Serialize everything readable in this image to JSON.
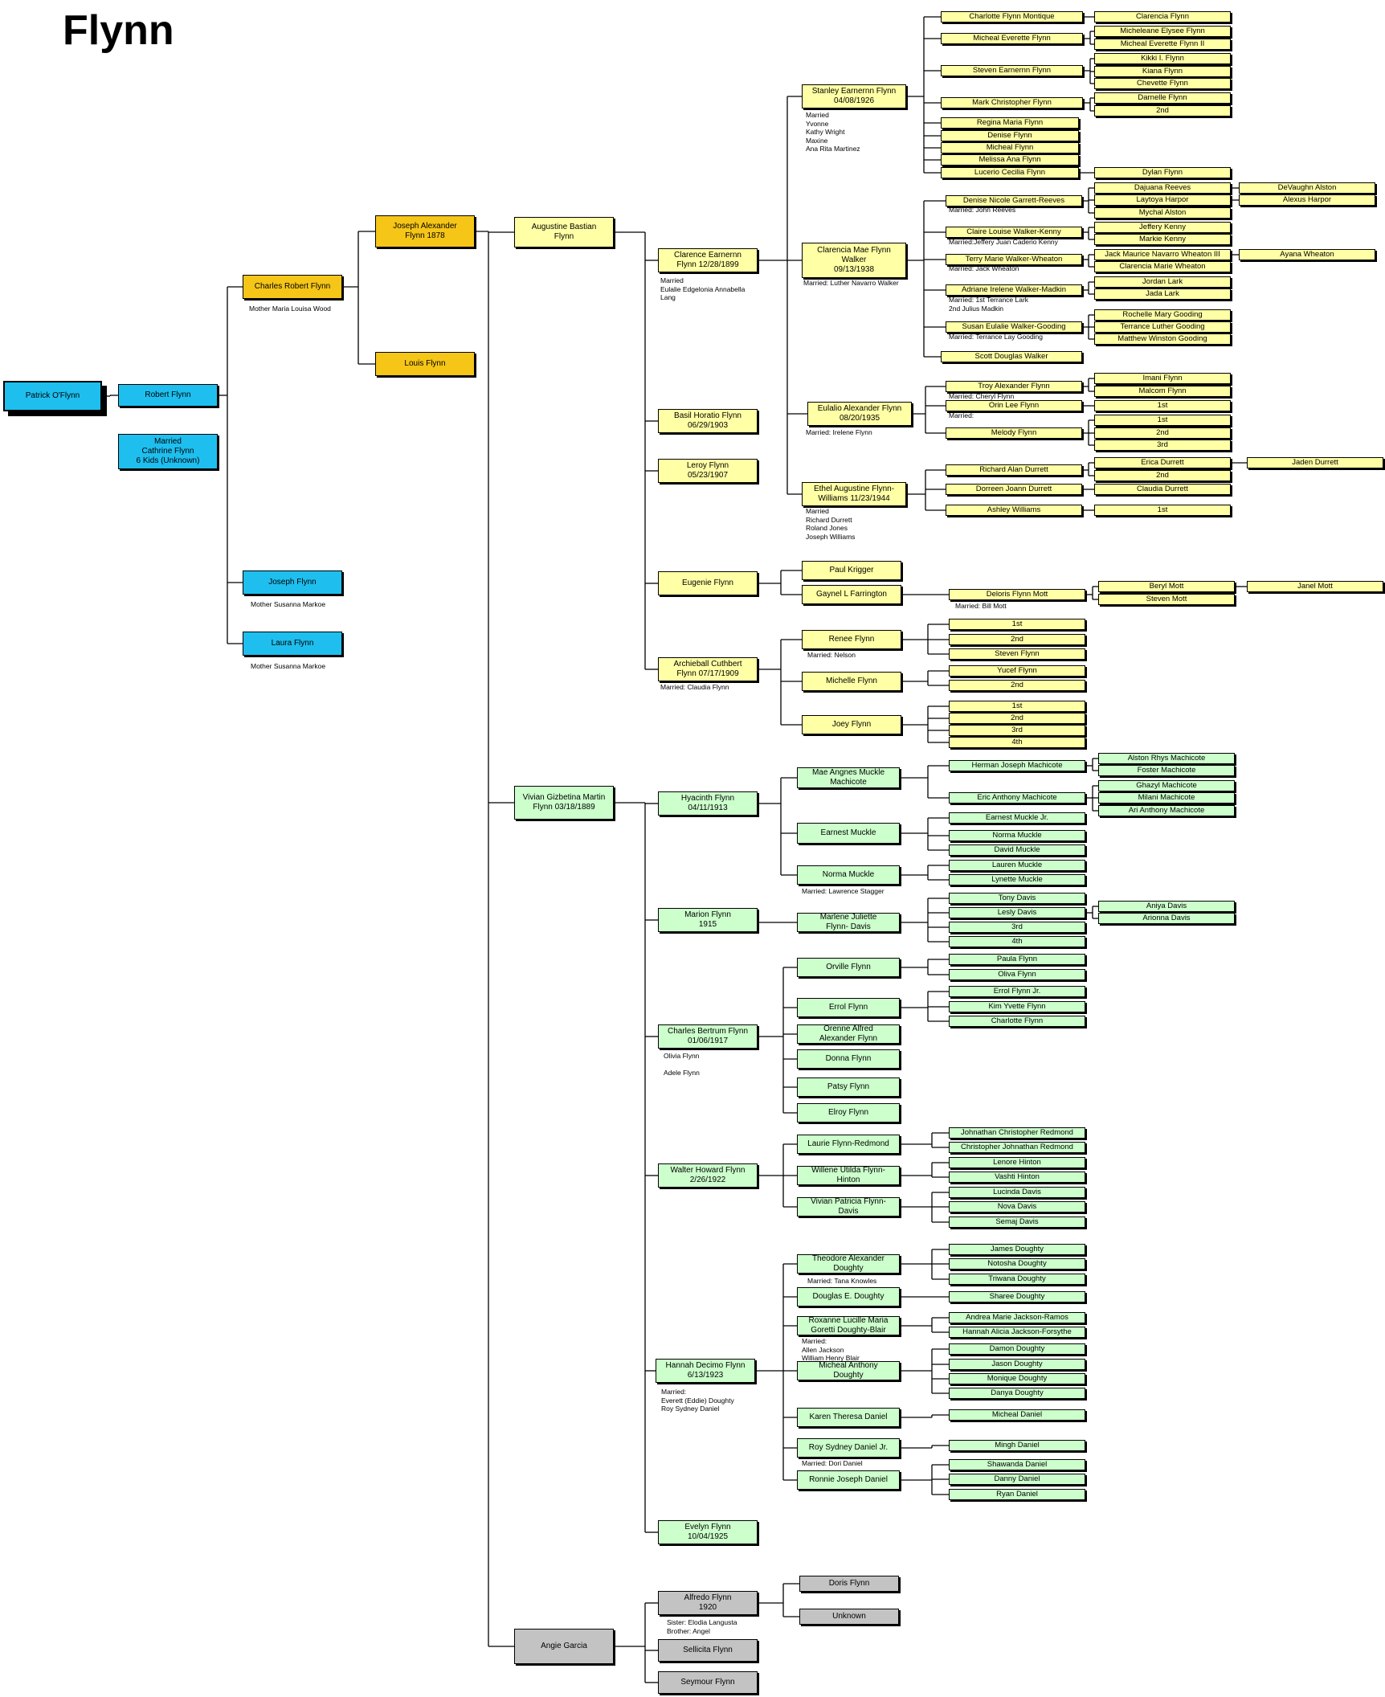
{
  "title": "Flynn",
  "colors": {
    "gen_root": "#1ebfef",
    "gen_gold": "#f5c518",
    "gen_yellow": "#ffffa5",
    "gen_green": "#ccffcc",
    "gen_gray": "#c3c3c3",
    "line": "#000000"
  },
  "people": {
    "patrick": "Patrick O'Flynn",
    "robert": "Robert Flynn",
    "robert_married": "Married\nCathrine Flynn\n6 Kids (Unknown)",
    "charles_robert": "Charles Robert Flynn",
    "joseph_flynn": "Joseph Flynn",
    "laura_flynn": "Laura Flynn",
    "joseph_alexander": "Joseph Alexander\nFlynn 1878",
    "louis": "Louis Flynn",
    "augustine": "Augustine Bastian\nFlynn",
    "vivian_g": "Vivian Gizbetina Martin\nFlynn 03/18/1889",
    "angie": "Angie Garcia",
    "clarence": "Clarence Earnernn\nFlynn 12/28/1899",
    "basil": "Basil Horatio Flynn\n06/29/1903",
    "leroy": "Leroy Flynn\n05/23/1907",
    "eugenie": "Eugenie Flynn",
    "archieball": "Archieball Cuthbert\nFlynn 07/17/1909",
    "stanley": "Stanley Earnernn Flynn\n04/08/1926",
    "clarencia_mae": "Clarencia Mae Flynn\nWalker\n09/13/1938",
    "eulalio": "Eulalio Alexander Flynn\n08/20/1935",
    "ethel": "Ethel Augustine Flynn-\nWilliams  11/23/1944",
    "paul": "Paul Krigger",
    "gaynel": "Gaynel L Farrington",
    "renee": "Renee Flynn",
    "michelle": "Michelle Flynn",
    "joey": "Joey Flynn",
    "charlotte_fm": "Charlotte Flynn Montique",
    "micheal_ef": "Micheal Everette Flynn",
    "steven_ef": "Steven Earnernn Flynn",
    "mark_cf": "Mark Christopher Flynn",
    "regina": "Regina Maria Flynn",
    "denise_f": "Denise Flynn",
    "micheal_f": "Micheal Flynn",
    "melissa": "Melissa Ana Flynn",
    "lucerio": "Lucerio Cecilia Flynn",
    "clarencia_f": "Clarencia Flynn",
    "micheleane": "Micheleane Elysee Flynn",
    "micheal_ef2": "Micheal Everette Flynn II",
    "kikki": "Kikki I. Flynn",
    "kiana": "Kiana Flynn",
    "chevette": "Chevette Flynn",
    "darnelle": "Darnelle Flynn",
    "mark_2nd": "2nd",
    "dylan": "Dylan Flynn",
    "denise_ngr": "Denise Nicole Garrett-Reeves",
    "claire": "Claire Louise Walker-Kenny",
    "terry": "Terry Marie Walker-Wheaton",
    "adriane": "Adriane Irelene Walker-Madkin",
    "susan": "Susan Eulalie Walker-Gooding",
    "scott": "Scott Douglas Walker",
    "dajuana": "Dajuana Reeves",
    "laytoya": "Laytoya Harpor",
    "mychal": "Mychal Alston",
    "devaughn": "DeVaughn Alston",
    "alexus": "Alexus Harpor",
    "jeffery_k": "Jeffery Kenny",
    "markie_k": "Markie Kenny",
    "jack_m": "Jack Maurice Navarro Wheaton III",
    "clarencia_mw": "Clarencia Marie Wheaton",
    "ayana": "Ayana Wheaton",
    "jordan_lark": "Jordan Lark",
    "jada_lark": "Jada Lark",
    "rochelle": "Rochelle Mary Gooding",
    "terrance_lg": "Terrance Luther Gooding",
    "matthew_wg": "Matthew Winston Gooding",
    "troy": "Troy Alexander Flynn",
    "orin": "Orin Lee Flynn",
    "melody": "Melody Flynn",
    "imani": "Imani Flynn",
    "malcom": "Malcom Flynn",
    "orin_1st": "1st",
    "melody_1st": "1st",
    "melody_2nd": "2nd",
    "melody_3rd": "3rd",
    "richard_ad": "Richard Alan Durrett",
    "dorreen": "Dorreen Joann Durrett",
    "ashley": "Ashley Williams",
    "erica": "Erica Durrett",
    "richard_2nd": "2nd",
    "jaden": "Jaden Durrett",
    "claudia_d": "Claudia Durrett",
    "ashley_1st": "1st",
    "deloris": "Deloris Flynn Mott",
    "beryl": "Beryl Mott",
    "steven_mott": "Steven Mott",
    "janel": "Janel Mott",
    "renee_1st": "1st",
    "renee_2nd": "2nd",
    "steven_flynn": "Steven Flynn",
    "yucef": "Yucef Flynn",
    "michelle_2nd": "2nd",
    "joey_1st": "1st",
    "joey_2nd": "2nd",
    "joey_3rd": "3rd",
    "joey_4th": "4th",
    "hyacinth": "Hyacinth Flynn\n04/11/1913",
    "marion": "Marion Flynn\n1915",
    "charles_bertrum": "Charles Bertrum Flynn\n01/06/1917",
    "walter": "Walter Howard Flynn\n2/26/1922",
    "hannah": "Hannah Decimo Flynn\n6/13/1923",
    "evelyn": "Evelyn Flynn\n10/04/1925",
    "mae_angnes": "Mae Angnes Muckle\nMachicote",
    "earnest_m": "Earnest Muckle",
    "norma_m": "Norma Muckle",
    "herman": "Herman Joseph Machicote",
    "eric_am": "Eric Anthony Machicote",
    "alston_rm": "Alston Rhys Machicote",
    "foster_m": "Foster Machicote",
    "ghazyl": "Ghazyl Machicote",
    "milani": "Milani Machicote",
    "ari": "Ari Anthony Machicote",
    "earnest_mjr": "Earnest Muckle Jr.",
    "norma_m2": "Norma Muckle",
    "david_m": "David Muckle",
    "lauren_m": "Lauren Muckle",
    "lynette_m": "Lynette Muckle",
    "marlene": "Marlene Juliette\nFlynn- Davis",
    "tony_d": "Tony Davis",
    "lesly_d": "Lesly Davis",
    "marlene_3rd": "3rd",
    "marlene_4th": "4th",
    "aniya": "Aniya Davis",
    "arionna": "Arionna Davis",
    "orville": "Orville Flynn",
    "errol": "Errol Flynn",
    "orenne": "Orenne Alfred\nAlexander Flynn",
    "donna": "Donna Flynn",
    "patsy": "Patsy Flynn",
    "elroy": "Elroy Flynn",
    "paula": "Paula Flynn",
    "oliva": "Oliva Flynn",
    "errol_jr": "Errol Flynn Jr.",
    "kim_yf": "Kim Yvette Flynn",
    "charlotte_f": "Charlotte Flynn",
    "laurie": "Laurie Flynn-Redmond",
    "willene": "Willene Utilda Flynn-\nHinton",
    "vivian_pfd": "Vivian Patricia Flynn-\nDavis",
    "johnathan_cr": "Johnathan Christopher Redmond",
    "christopher_jr": "Christopher Johnathan Redmond",
    "lenore": "Lenore Hinton",
    "vashti": "Vashti Hinton",
    "lucinda": "Lucinda Davis",
    "nova": "Nova Davis",
    "semaj": "Semaj Davis",
    "theodore": "Theodore Alexander\nDoughty",
    "douglas_ed": "Douglas E. Doughty",
    "roxanne": "Roxanne Lucille Maria\nGoretti Doughty-Blair",
    "micheal_ad": "Micheal Anthony\nDoughty",
    "karen": "Karen Theresa Daniel",
    "roy_jr": "Roy Sydney Daniel Jr.",
    "ronnie": "Ronnie Joseph Daniel",
    "james_d": "James Doughty",
    "notosha": "Notosha Doughty",
    "triwana": "Triwana Doughty",
    "sharee": "Sharee Doughty",
    "andrea": "Andrea Marie Jackson-Ramos",
    "hannah_ajf": "Hannah Alicia Jackson-Forsythe",
    "damon": "Damon Doughty",
    "jason_d": "Jason Doughty",
    "monique_d": "Monique Doughty",
    "danya": "Danya Doughty",
    "micheal_daniel": "Micheal Daniel",
    "mingh": "Mingh Daniel",
    "shawanda": "Shawanda Daniel",
    "danny_d": "Danny Daniel",
    "ryan_d": "Ryan Daniel",
    "alfredo": "Alfredo Flynn\n1920",
    "sellicita": "Sellicita Flynn",
    "seymour": "Seymour Flynn",
    "doris": "Doris Flynn",
    "unknown": "Unknown"
  },
  "notes": {
    "charles_robert": "Mother Maria Louisa Wood",
    "joseph_flynn": "Mother Susanna Markoe",
    "laura_flynn": "Mother Susanna Markoe",
    "clarence": "Married\nEulalie Edgelonia Annabella\nLang",
    "stanley": "Married\nYvonne\nKathy Wright\nMaxine\nAna Rita Martinez",
    "clarencia_mae": "Married: Luther Navarro Walker",
    "eulalio": "Married:  Irelene Flynn",
    "ethel": "Married\nRichard Durrett\nRoland Jones\nJoseph Williams",
    "denise_ngr": "Married: John Reeves",
    "claire": "Married:Jeffery Juan Caderio Kenny",
    "terry": "Married: Jack Wheaton",
    "adriane": "Married: 1st Terrance Lark\n           2nd Julius Madkin",
    "susan": "Married: Terrance Lay Gooding",
    "troy": "Married: Cheryl Flynn",
    "orin": "Married:",
    "deloris": "Married:  Bill Mott",
    "renee": "Married:  Nelson",
    "archieball": "Married:  Claudia Flynn",
    "norma_m": "Married: Lawrence Stagger",
    "charles_bertrum": "Olivia Flynn\n\nAdele Flynn",
    "hannah": "Married:\nEverett (Eddie) Doughty\nRoy Sydney Daniel",
    "theodore": "Married: Tana Knowles",
    "roxanne": "Married:\nAllen Jackson\nWilliam Henry Blair",
    "roy_jr": "Married: Dori Daniel",
    "alfredo": "Sister:  Elodia Langusta\nBrother: Angel"
  }
}
